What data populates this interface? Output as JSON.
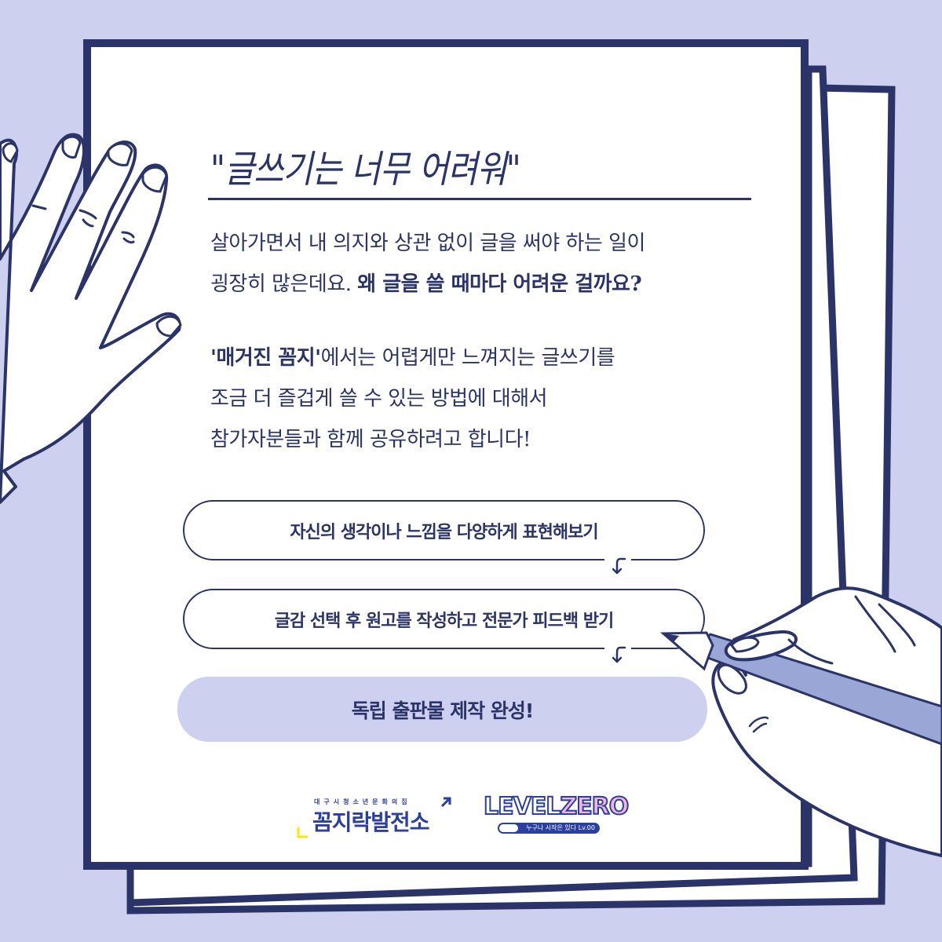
{
  "colors": {
    "background": "#cdd1ef",
    "ink": "#2b3468",
    "paper": "#ffffff",
    "pill_fill": "#cdd1ef",
    "pencil": "#9aa6d6",
    "logo_blue": "#2b3fa0",
    "logo_pink": "#f3b6d7",
    "logo_yellow": "#ffe600"
  },
  "card": {
    "title": "\"글쓰기는 너무 어려워\"",
    "intro": {
      "line1": "살아가면서 내 의지와 상관 없이 글을 써야 하는 일이",
      "line2_normal": "굉장히 많은데요. ",
      "line2_bold": "왜 글을 쓸 때마다 어려운 걸까요?"
    },
    "body": {
      "line1_bold": "'매거진 꼼지'",
      "line1_normal": "에서는 어렵게만 느껴지는 글쓰기를",
      "line2": "조금 더 즐겁게 쓸 수 있는 방법에 대해서",
      "line3": "참가자분들과 함께 공유하려고 합니다!"
    },
    "steps": [
      {
        "label": "자신의 생각이나 느낌을 다양하게 표현해보기"
      },
      {
        "label": "글감 선택 후 원고를 작성하고 전문가 피드백 받기"
      },
      {
        "label": "독립 출판물 제작 완성!"
      }
    ]
  },
  "logos": {
    "kkomji": {
      "subtitle": "대구시청소년문화의집",
      "name": "꼼지락발전소"
    },
    "levelzero": {
      "word_level": "LEVEL",
      "word_zero": "ZERO",
      "tagline": "누구나 시작은 있다 Lv.00"
    }
  }
}
